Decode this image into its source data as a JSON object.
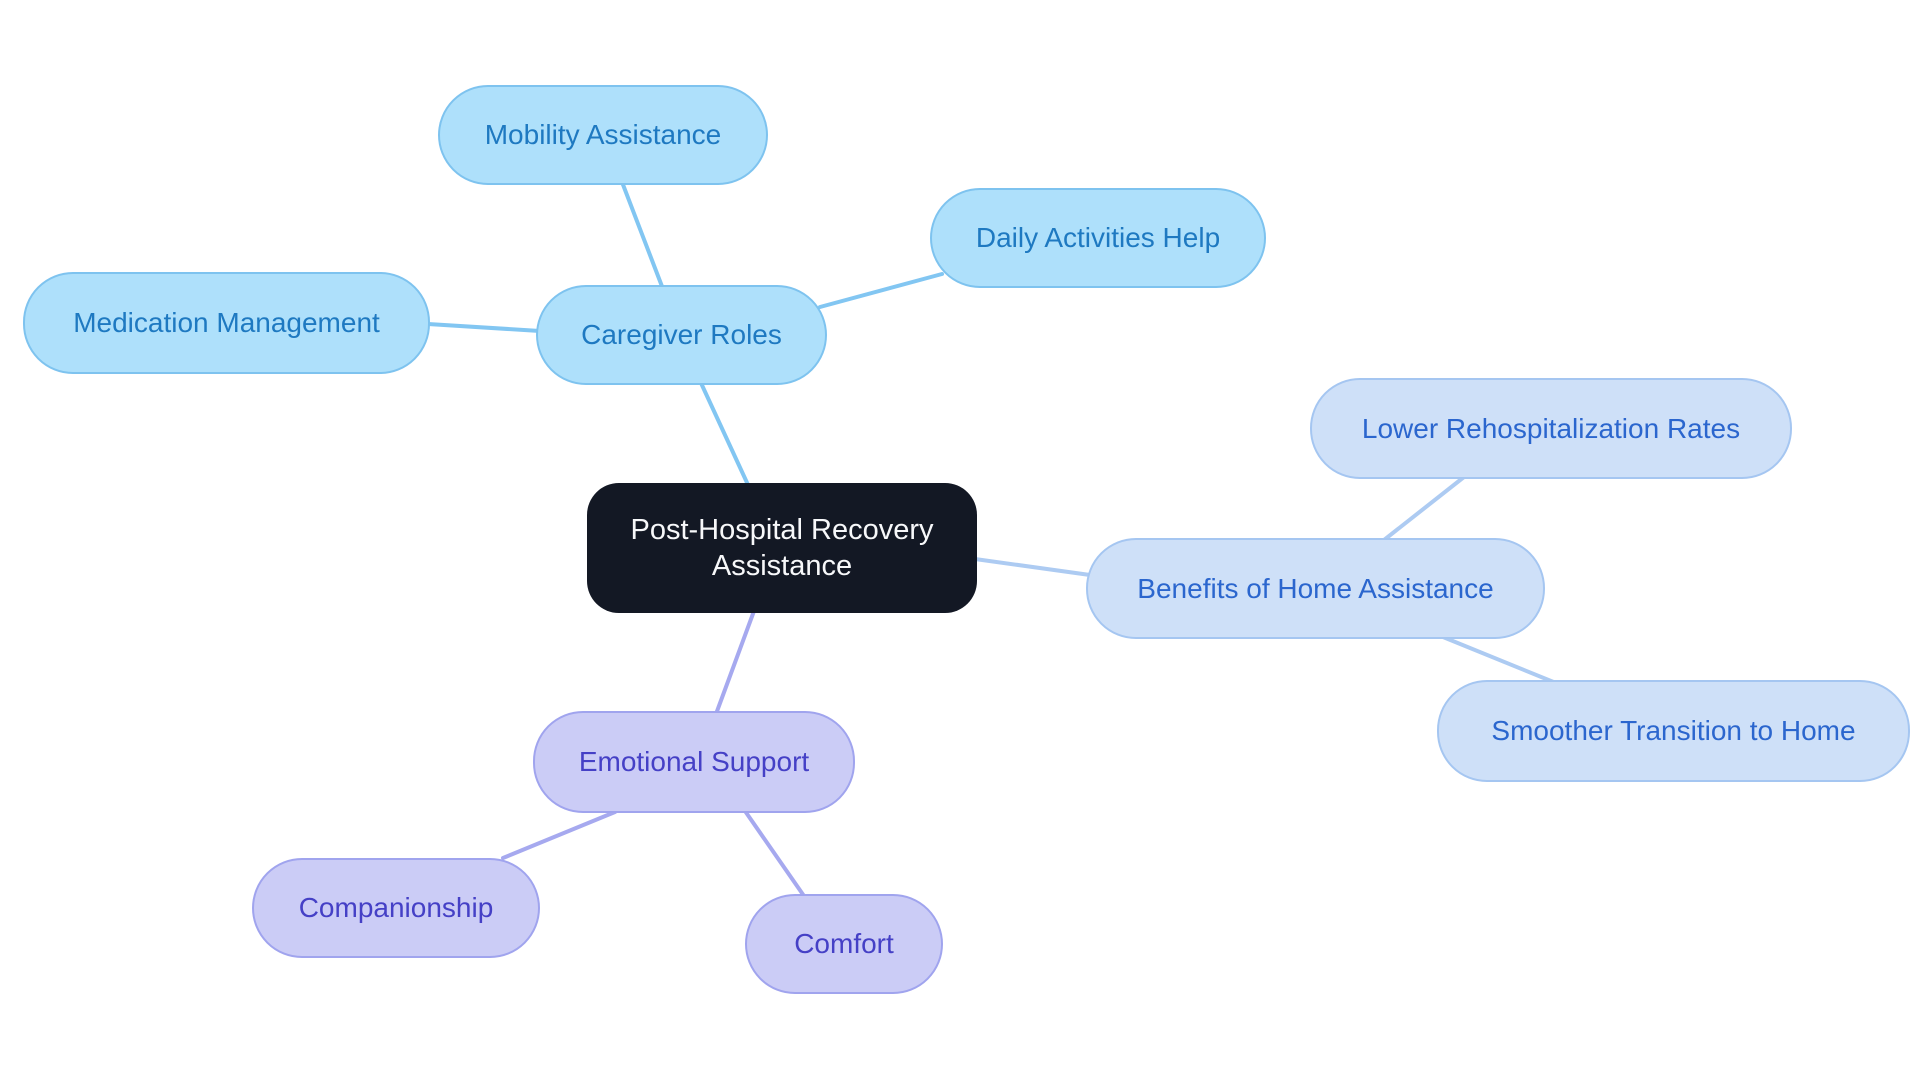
{
  "diagram": {
    "type": "mindmap",
    "root": {
      "label": "Post-Hospital Recovery Assistance",
      "branches": [
        {
          "label": "Caregiver Roles",
          "children": [
            {
              "label": "Mobility Assistance"
            },
            {
              "label": "Daily Activities Help"
            },
            {
              "label": "Medication Management"
            }
          ]
        },
        {
          "label": "Benefits of Home Assistance",
          "children": [
            {
              "label": "Lower Rehospitalization Rates"
            },
            {
              "label": "Smoother Transition to Home"
            }
          ]
        },
        {
          "label": "Emotional Support",
          "children": [
            {
              "label": "Companionship"
            },
            {
              "label": "Comfort"
            }
          ]
        }
      ]
    }
  },
  "palette": {
    "background": "#ffffff",
    "central_fill": "#131824",
    "central_text": "#f7f8fa",
    "sky_fill": "#aee0fb",
    "sky_border": "#7ec3ef",
    "sky_text": "#1e79c1",
    "sky_edge": "#82c6f2",
    "pale_fill": "#cee0f8",
    "pale_border": "#a5c6f1",
    "pale_text": "#2b66ce",
    "pale_edge": "#adcbf2",
    "lav_fill": "#cbccf6",
    "lav_border": "#a0a4ee",
    "lav_text": "#4540c6",
    "lav_edge": "#a6a9ef"
  }
}
